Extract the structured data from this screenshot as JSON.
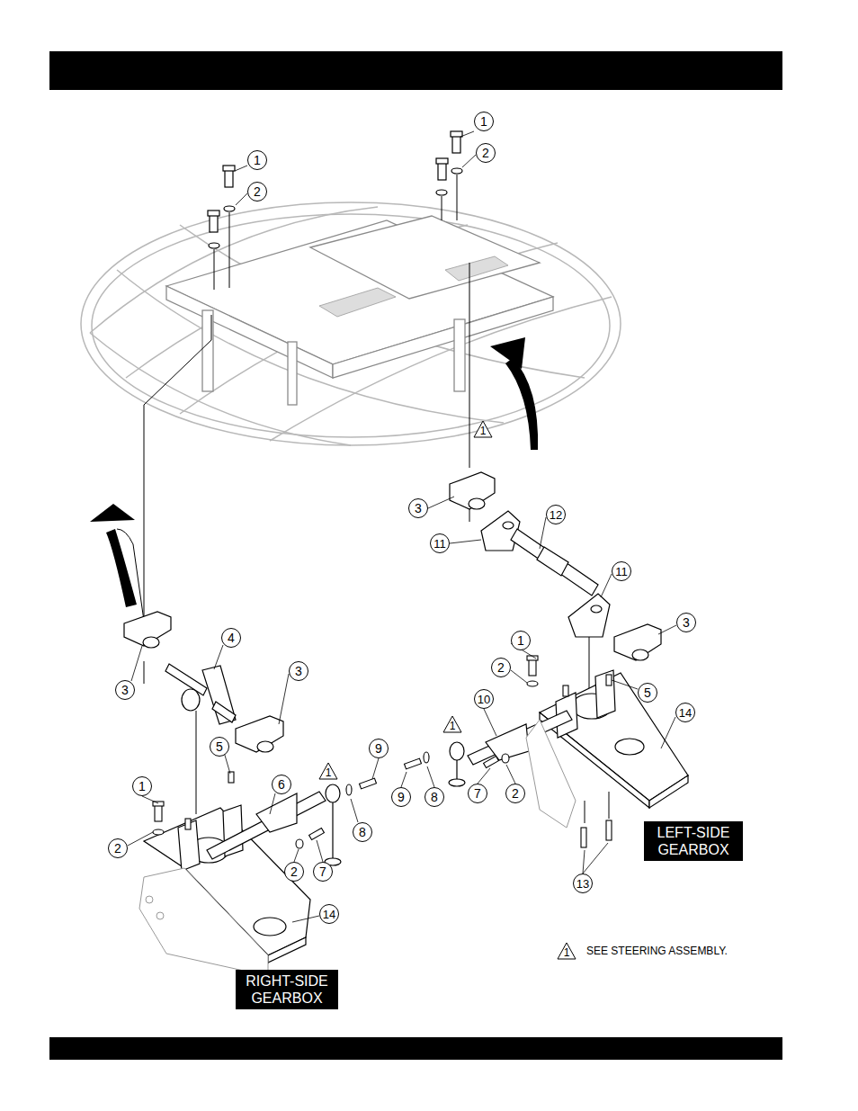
{
  "diagram": {
    "nodes": [
      {
        "text": [
          "RIGHT-SIDE GEARBOX"
        ]
      },
      {
        "text": [
          "LEFT-SIDE GEARBOX"
        ]
      }
    ],
    "labels": [
      "1",
      "2",
      "1",
      "2",
      "1",
      "3",
      "12",
      "11",
      "11",
      "3",
      "4",
      "1",
      "2",
      "3",
      "3",
      "5",
      "10",
      "14",
      "1",
      "5",
      "9",
      "1",
      "6",
      "1",
      "9",
      "8",
      "7",
      "2",
      "8",
      "2",
      "2",
      "7",
      "13",
      "14",
      "1",
      "SEE STEERING ASSEMBLY."
    ]
  }
}
